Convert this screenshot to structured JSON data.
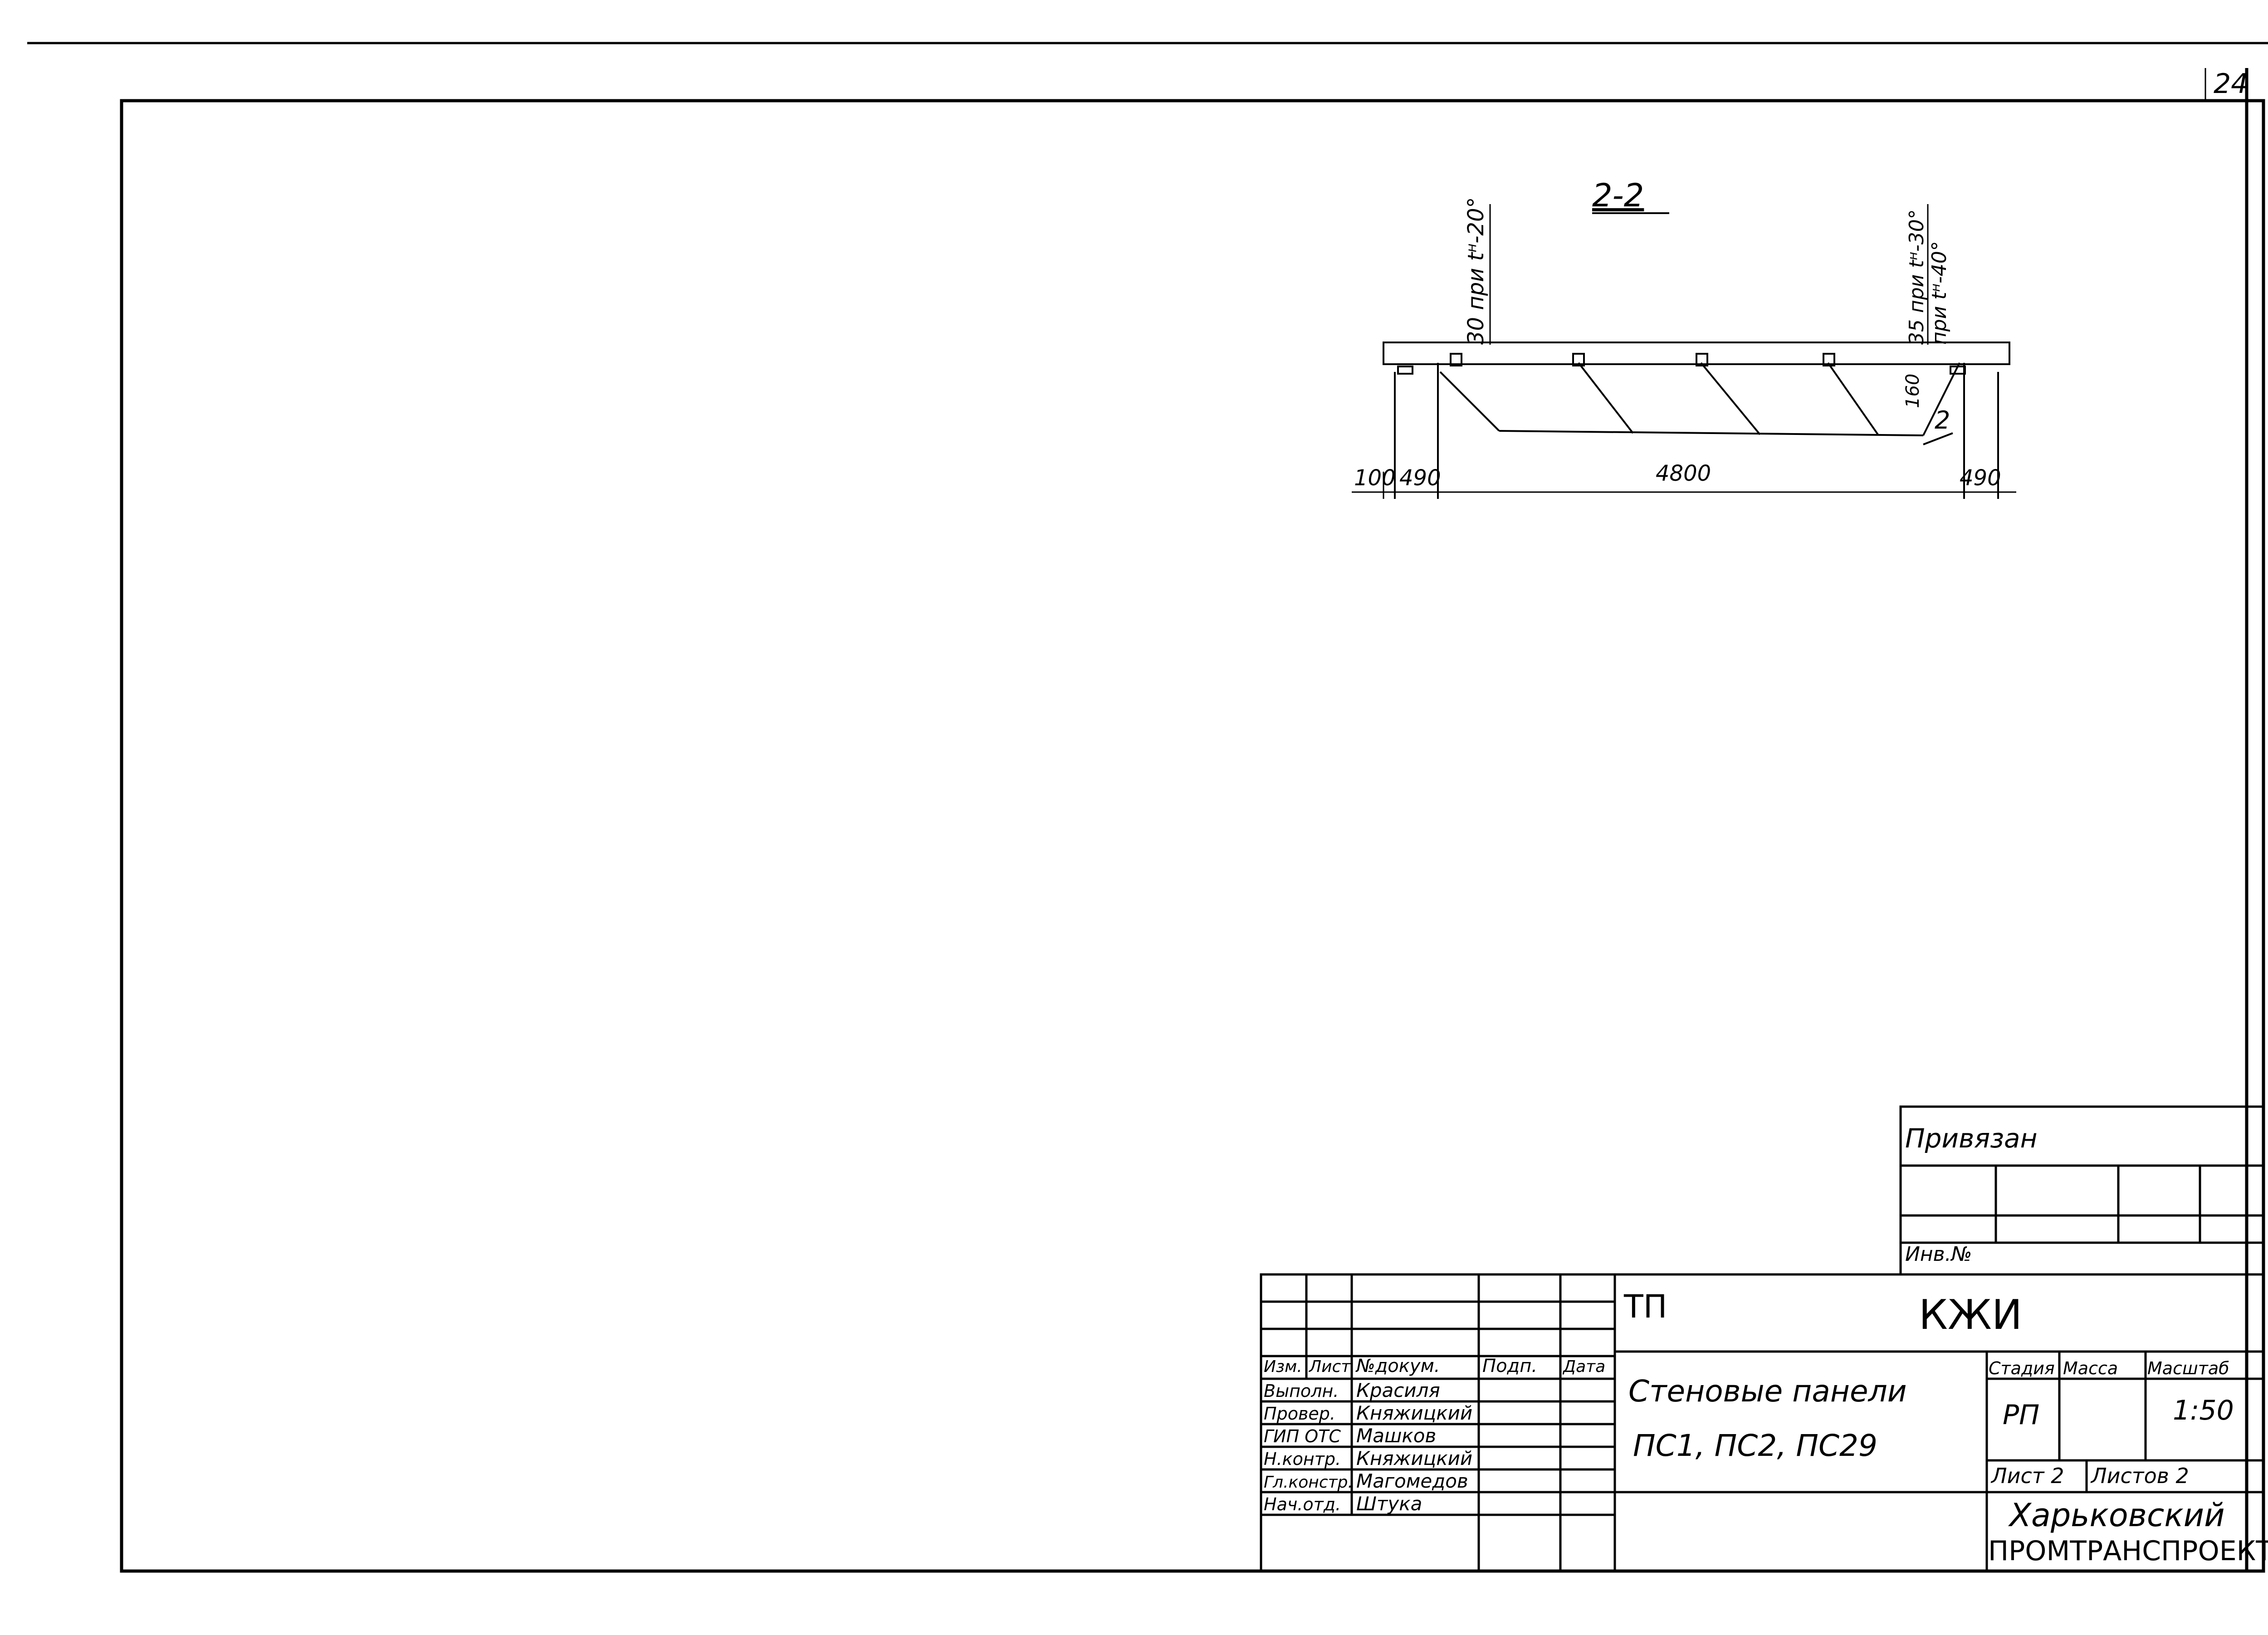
{
  "sheet_number": "24",
  "view_2_2": {
    "title": "2-2",
    "dims": {
      "d100": "100",
      "d490_left": "490",
      "d4800": "4800",
      "d490_right": "490",
      "d30_label": "30 при t",
      "d30_sup": "н",
      "d30_tail": "-20°",
      "d35_label_a": "35 при t",
      "d35_sup_a": "н",
      "d35_tail_a": "-30°",
      "d35_label_b": "при t",
      "d35_sup_b": "н",
      "d35_tail_b": "-40°",
      "d160": "160"
    },
    "callout": "2"
  },
  "stamp": {
    "privyazan": "Привязан",
    "inv_no": "Инв.№",
    "tp": "ТП",
    "code": "КЖИ",
    "title_line1": "Стеновые панели",
    "title_line2": "ПС1, ПС2, ПС29",
    "col_izm": "Изм.",
    "col_list": "Лист",
    "col_doc": "№докум.",
    "col_sign": "Подп.",
    "col_date": "Дата",
    "rows": [
      {
        "role": "Выполн.",
        "name": "Красиля"
      },
      {
        "role": "Провер.",
        "name": "Княжицкий"
      },
      {
        "role": "ГИП ОТС",
        "name": "Машков"
      },
      {
        "role": "Н.контр.",
        "name": "Княжицкий"
      },
      {
        "role": "Гл.констр.",
        "name": "Магомедов"
      },
      {
        "role": "Нач.отд.",
        "name": "Штука"
      }
    ],
    "stage_label": "Стадия",
    "mass_label": "Масса",
    "scale_label": "Масштаб",
    "stage": "РП",
    "scale": "1:50",
    "sheet_label": "Лист 2",
    "sheets_label": "Листов 2",
    "org_line1": "Харьковский",
    "org_line2": "ПРОМТРАНСПРОЕКТ"
  }
}
